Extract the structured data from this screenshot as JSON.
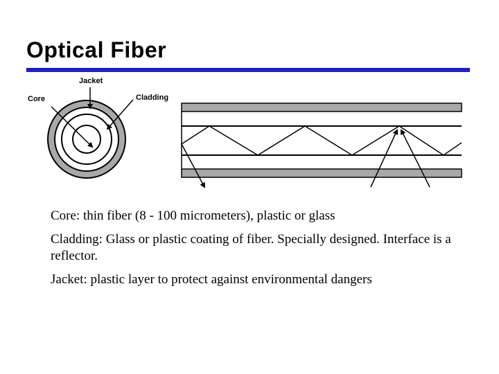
{
  "slide": {
    "title": "Optical Fiber"
  },
  "colors": {
    "rule": "#1f1fc4",
    "cladding": "#a8a8a8",
    "ink": "#000000"
  },
  "diagram": {
    "labels": {
      "jacket": "Jacket",
      "core": "Core",
      "cladding": "Cladding"
    }
  },
  "bullets": [
    {
      "text": "Core: thin fiber (8 - 100 micrometers), plastic or glass"
    },
    {
      "text": "Cladding: Glass or plastic coating of fiber. Specially designed. Interface is a reflector."
    },
    {
      "text": "Jacket: plastic layer to protect against environmental dangers"
    }
  ]
}
